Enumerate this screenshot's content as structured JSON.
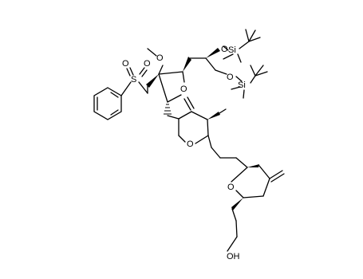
{
  "molecule": {
    "atoms": {
      "o_ring_thf_upper": "O",
      "o_methoxy": "O",
      "o_tbs_1": "O",
      "si_tbs_1": "Si",
      "o_tbs_2": "O",
      "si_tbs_2": "Si",
      "s_sulfonyl": "S",
      "o_sulfonyl_1": "O",
      "o_sulfonyl_2": "O",
      "o_ring_pyran": "O",
      "o_ring_thf_lower": "O",
      "oh_terminal": "OH"
    }
  }
}
